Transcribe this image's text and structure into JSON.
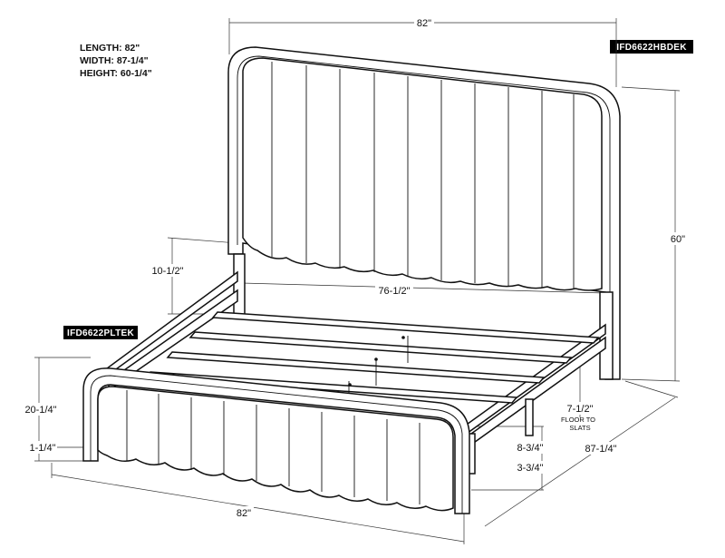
{
  "specs": {
    "length": "LENGTH: 82\"",
    "width": "WIDTH: 87-1/4\"",
    "height": "HEIGHT: 60-1/4\""
  },
  "tags": {
    "headboard": "IFD6622HBDEK",
    "footboard": "IFD6622PLTEK"
  },
  "dimensions": {
    "top_width": "82\"",
    "headboard_height": "60\"",
    "panel_height": "10-1/2\"",
    "inner_width": "76-1/2\"",
    "footboard_height": "20-1/4\"",
    "foot_base": "1-1/4\"",
    "bottom_width": "82\"",
    "floor_to_slats": "7-1/2\"",
    "floor_to_slats_note_1": "FLOOR TO",
    "floor_to_slats_note_2": "SLATS",
    "rail_height": "8-3/4\"",
    "leg_height": "3-3/4\"",
    "depth": "87-1/4\""
  }
}
